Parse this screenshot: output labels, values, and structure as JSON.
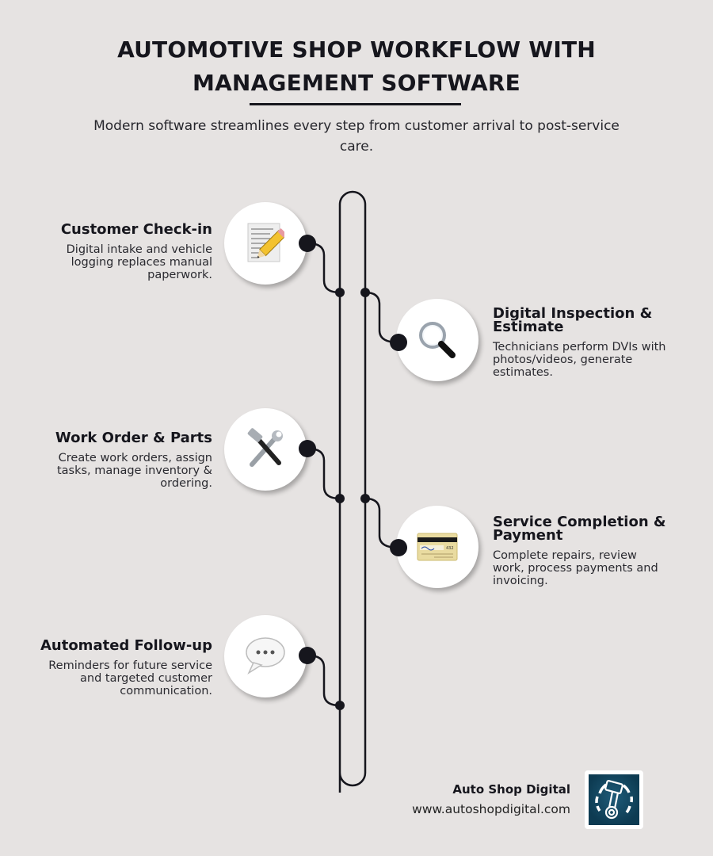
{
  "header": {
    "title_line1": "AUTOMOTIVE SHOP WORKFLOW WITH",
    "title_line2": "MANAGEMENT SOFTWARE",
    "subtitle": "Modern software streamlines every step from customer arrival to post-service care."
  },
  "steps": [
    {
      "title": "Customer Check-in",
      "description": "Digital intake and vehicle logging replaces manual paperwork.",
      "icon": "memo-pencil-icon",
      "side": "left"
    },
    {
      "title": "Digital Inspection & Estimate",
      "description": "Technicians perform DVIs with photos/videos, generate estimates.",
      "icon": "magnifying-glass-icon",
      "side": "right"
    },
    {
      "title": "Work Order & Parts",
      "description": "Create work orders, assign tasks, manage inventory & ordering.",
      "icon": "hammer-wrench-icon",
      "side": "left"
    },
    {
      "title": "Service Completion & Payment",
      "description": "Complete repairs, review work, process payments and invoicing.",
      "icon": "credit-card-icon",
      "side": "right"
    },
    {
      "title": "Automated Follow-up",
      "description": "Reminders for future service and targeted customer communication.",
      "icon": "speech-bubble-icon",
      "side": "left"
    }
  ],
  "footer": {
    "brand": "Auto Shop Digital",
    "url": "www.autoshopdigital.com",
    "logo": "piston-logo-icon"
  },
  "colors": {
    "background": "#e6e3e2",
    "ink": "#16161d",
    "node": "#ffffff",
    "logo_bg": "#0d3b52"
  }
}
